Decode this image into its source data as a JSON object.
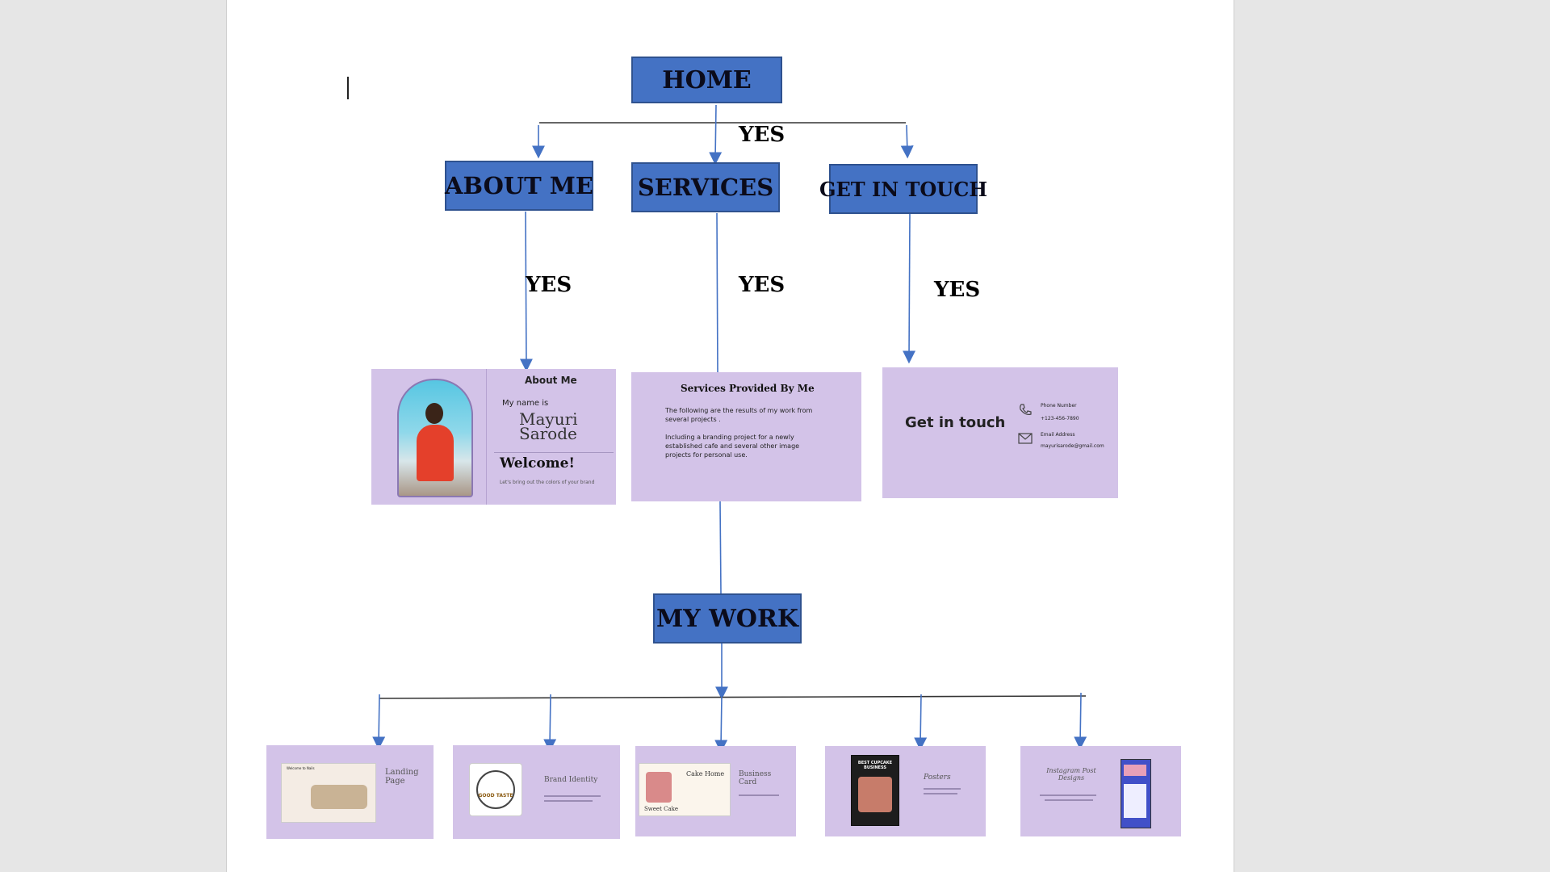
{
  "diagram": {
    "nodes": {
      "home": "HOME",
      "about": "ABOUT ME",
      "services": "SERVICES",
      "contact": "GET IN TOUCH",
      "work": "MY WORK"
    },
    "edge_labels": {
      "home_children": "YES",
      "about_to_card": "YES",
      "services_to_card": "YES",
      "contact_to_card": "YES"
    },
    "node_color": "#4472c4",
    "arrow_color": "#4472c4",
    "card_color": "#d3c3e8"
  },
  "about_card": {
    "heading": "About Me",
    "intro": "My name is",
    "name_line1": "Mayuri",
    "name_line2": "Sarode",
    "welcome": "Welcome!",
    "tagline": "Let's bring out the colors of your brand"
  },
  "services_card": {
    "heading": "Services Provided By Me",
    "para1": "The following are the results of my work from several projects .",
    "para2": "Including a branding project for a newly established cafe and several other image projects for personal use."
  },
  "contact_card": {
    "heading": "Get in touch",
    "phone_label": "Phone Number",
    "phone_value": "+123-456-7890",
    "email_label": "Email Address",
    "email_value": "mayurisarode@gmail.com",
    "icons": [
      "phone-icon",
      "mail-icon"
    ]
  },
  "work_cards": [
    {
      "title": "Landing Page",
      "thumb_text": "Welcome to Nails"
    },
    {
      "title": "Brand Identity",
      "thumb_text": "GOOD TASTE"
    },
    {
      "title": "Business Card",
      "thumb_text": "Cake Home",
      "thumb_sub": "Sweet Cake"
    },
    {
      "title": "Posters",
      "thumb_text": "BEST CUPCAKE BUSINESS"
    },
    {
      "title": "Instagram Post Designs",
      "thumb_text": ""
    }
  ]
}
